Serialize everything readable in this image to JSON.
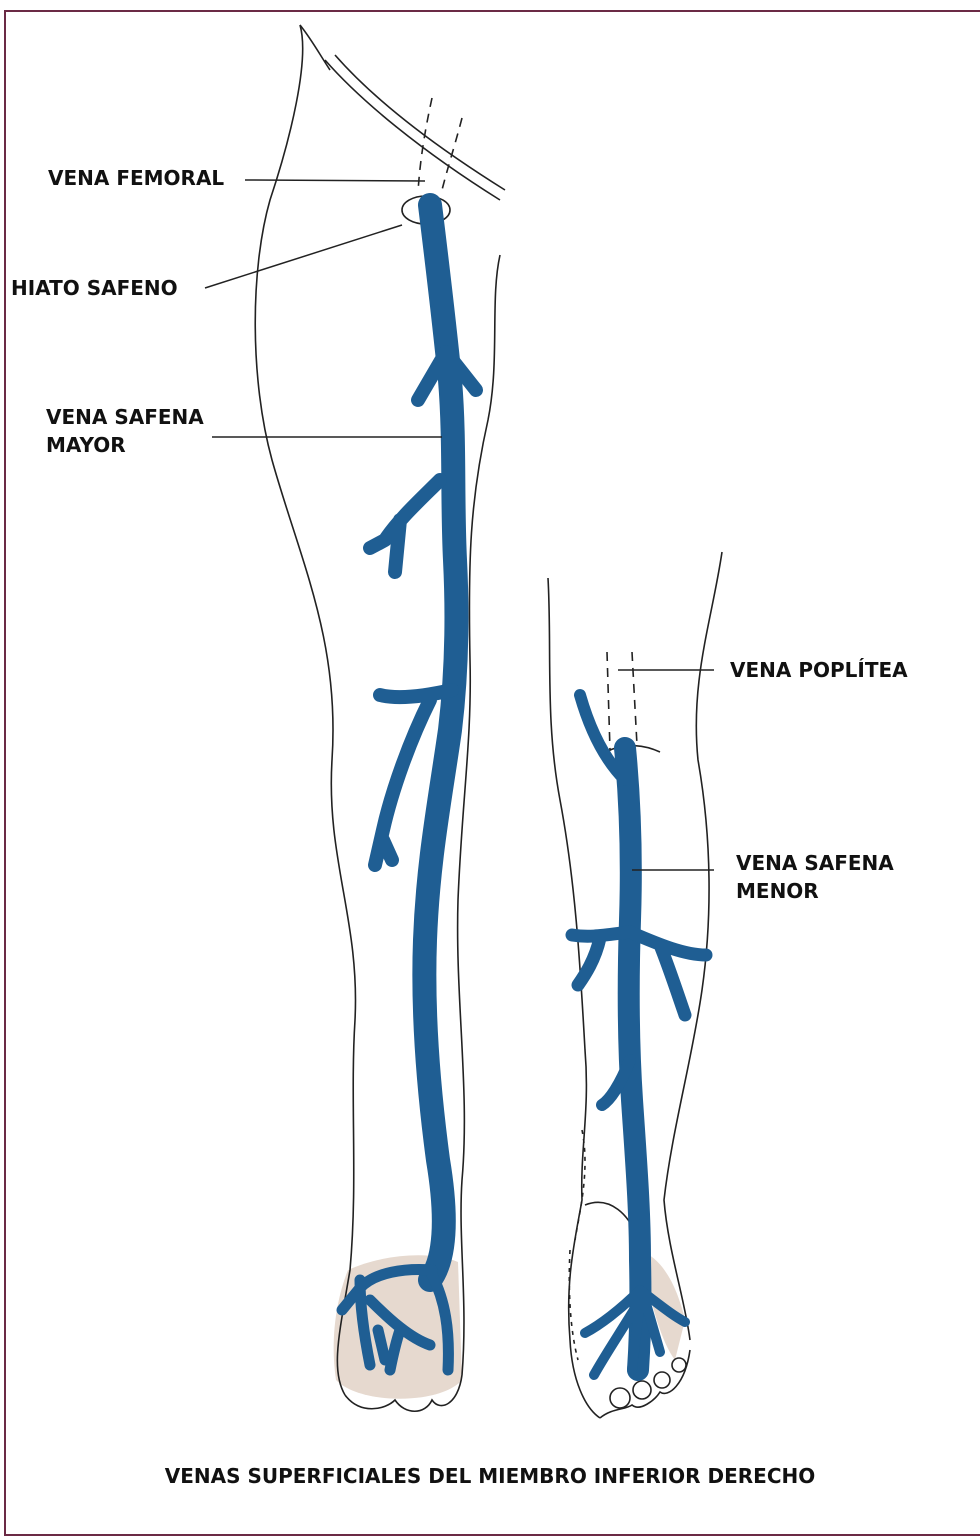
{
  "labels": {
    "vena_femoral": "VENA FEMORAL",
    "hiato_safeno": "HIATO SAFENO",
    "vena_safena_mayor": "VENA SAFENA\nMAYOR",
    "vena_poplitea": "VENA POPLÍTEA",
    "vena_safena_menor": "VENA SAFENA\nMENOR"
  },
  "caption": "VENAS SUPERFICIALES DEL MIEMBRO INFERIOR DERECHO",
  "colors": {
    "vein": "#1f5e93",
    "outline": "#222222",
    "foot_shade": "#e6d9cf",
    "frame": "#6b2a45"
  }
}
